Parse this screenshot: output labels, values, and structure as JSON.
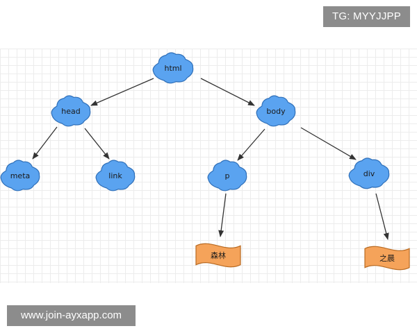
{
  "watermarks": {
    "top": "TG: MYYJJPP",
    "bottom": "www.join-ayxapp.com"
  },
  "colors": {
    "element_node": "#5aa3f0",
    "element_node_stroke": "#2f6fb8",
    "text_node": "#f5a35a",
    "text_node_stroke": "#b86a22",
    "edge": "#333333",
    "grid": "#ececec"
  },
  "tree": {
    "nodes": [
      {
        "id": "html",
        "label": "html",
        "kind": "element"
      },
      {
        "id": "head",
        "label": "head",
        "kind": "element"
      },
      {
        "id": "body",
        "label": "body",
        "kind": "element"
      },
      {
        "id": "meta",
        "label": "meta",
        "kind": "element"
      },
      {
        "id": "link",
        "label": "link",
        "kind": "element"
      },
      {
        "id": "p",
        "label": "p",
        "kind": "element"
      },
      {
        "id": "div",
        "label": "div",
        "kind": "element"
      },
      {
        "id": "text1",
        "label": "森林",
        "kind": "text"
      },
      {
        "id": "text2",
        "label": "之晨",
        "kind": "text"
      }
    ],
    "edges": [
      {
        "from": "html",
        "to": "head"
      },
      {
        "from": "html",
        "to": "body"
      },
      {
        "from": "head",
        "to": "meta"
      },
      {
        "from": "head",
        "to": "link"
      },
      {
        "from": "body",
        "to": "p"
      },
      {
        "from": "body",
        "to": "div"
      },
      {
        "from": "p",
        "to": "text1"
      },
      {
        "from": "div",
        "to": "text2"
      }
    ]
  }
}
